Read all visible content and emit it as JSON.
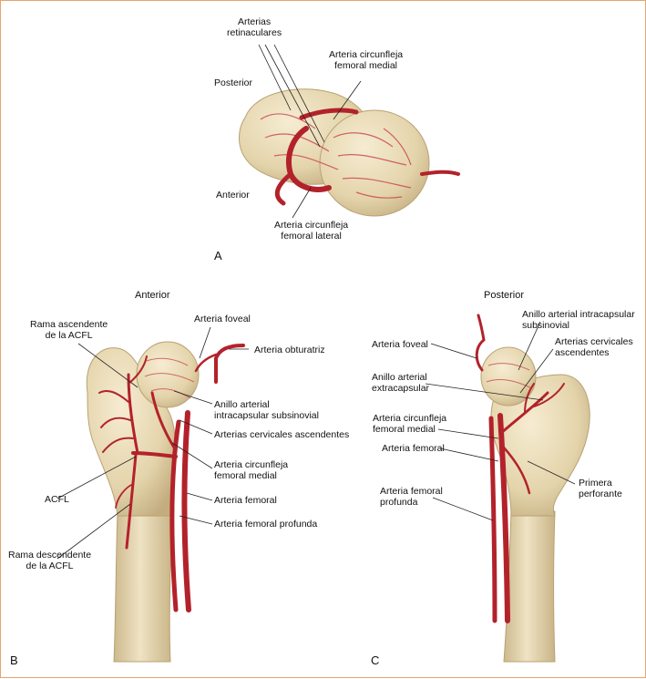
{
  "colors": {
    "bone": "#e7d9b3",
    "bone_shade": "#c9b487",
    "artery": "#b3222a",
    "frame": "#e6a36e",
    "leader": "#222222"
  },
  "panel_a": {
    "letter": "A",
    "posterior": "Posterior",
    "anterior": "Anterior",
    "retinaculares": [
      "Arterias",
      "retinaculares"
    ],
    "medial": [
      "Arteria circunfleja",
      "femoral medial"
    ],
    "lateral": [
      "Arteria circunfleja",
      "femoral lateral"
    ]
  },
  "panel_b": {
    "letter": "B",
    "title": "Anterior",
    "rama_asc": [
      "Rama ascendente",
      "de la ACFL"
    ],
    "foveal": "Arteria foveal",
    "obturatriz": "Arteria obturatriz",
    "anillo_intra": [
      "Anillo arterial",
      "intracapsular subsinovial"
    ],
    "cervicales": "Arterias cervicales ascendentes",
    "circ_medial": [
      "Arteria circunfleja",
      "femoral medial"
    ],
    "femoral": "Arteria femoral",
    "profunda": "Arteria femoral profunda",
    "acfl": "ACFL",
    "rama_desc": [
      "Rama descendente",
      "de la ACFL"
    ]
  },
  "panel_c": {
    "letter": "C",
    "title": "Posterior",
    "anillo_intra": [
      "Anillo arterial intracapsular",
      "subsinovial"
    ],
    "cervicales": [
      "Arterias cervicales",
      "ascendentes"
    ],
    "foveal": "Arteria foveal",
    "anillo_extra": [
      "Anillo arterial",
      "extracapsular"
    ],
    "circ_medial": [
      "Arteria circunfleja",
      "femoral medial"
    ],
    "femoral": "Arteria femoral",
    "profunda": [
      "Arteria femoral",
      "profunda"
    ],
    "perforante": [
      "Primera",
      "perforante"
    ]
  }
}
